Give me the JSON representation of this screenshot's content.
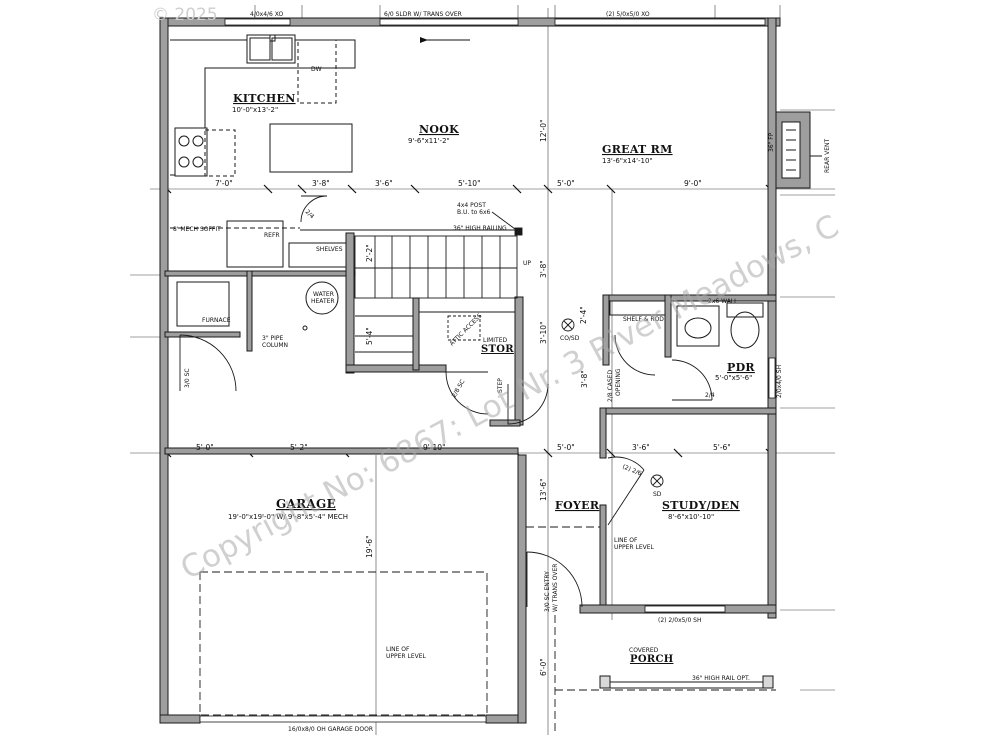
{
  "copyright_badge": "© 2025",
  "watermark": "Copyright No: 6867: Lot Nr. 3 River Meadows, C",
  "rooms": {
    "kitchen": {
      "name": "KITCHEN",
      "size": "10'-0\"x13'-2\""
    },
    "nook": {
      "name": "NOOK",
      "size": "9'-6\"x11'-2\""
    },
    "great_rm": {
      "name": "GREAT RM",
      "size": "13'-6\"x14'-10\""
    },
    "pdr": {
      "name": "PDR",
      "size": "5'-0\"x5'-6\""
    },
    "stor": {
      "name": "STOR"
    },
    "garage": {
      "name": "GARAGE",
      "size": "19'-0\"x19'-0\" W/ 9'-8\"x5'-4\" MECH"
    },
    "foyer": {
      "name": "FOYER"
    },
    "study": {
      "name": "STUDY/DEN",
      "size": "8'-6\"x10'-10\""
    },
    "porch": {
      "covered": "COVERED",
      "name": "PORCH"
    }
  },
  "labels": {
    "window_top_left": "4/0x4/6 XO",
    "slider_top": "6/0 SLDR W/ TRANS OVER",
    "window_top_right": "(2) 5/0x5/0 XO",
    "dw": "DW",
    "refr": "REFR",
    "shelves": "SHELVES",
    "mech_soffit": "8' MECH SOFFIT",
    "furnace": "FURNACE",
    "water_heater_1": "WATER",
    "water_heater_2": "HEATER",
    "pipe_column_1": "3\" PIPE",
    "pipe_column_2": "COLUMN",
    "door_3_0_sc": "3/0 SC",
    "door_2_4_top": "2/4",
    "post_1": "4x4 POST",
    "post_2": "B.U. to 6x6",
    "railing": "36\" HIGH RAILING",
    "up": "UP",
    "limited": "LIMITED",
    "attic_access": "ATTIC ACCESS",
    "door_2_8_sc": "2/8 SC",
    "step": "STEP",
    "co_sd": "CO/SD",
    "sd": "SD",
    "shelf_rod": "SHELF & ROD",
    "wall_2x6": "2x6 WALL",
    "opening_1": "2/8 CASED",
    "opening_2": "OPENING",
    "door_2_4_pdr": "2/4",
    "window_pdr": "2/0x4/0 SH",
    "fireplace_dim": "36\" FP",
    "rear_vent": "REAR VENT",
    "double_doors": "(2) 2/6",
    "upper_level_foyer_1": "LINE OF",
    "upper_level_foyer_2": "UPPER LEVEL",
    "upper_level_garage_1": "LINE OF",
    "upper_level_garage_2": "UPPER LEVEL",
    "entry_door_1": "3/0 SC ENTRY",
    "entry_door_2": "W/ TRANS OVER",
    "windows_study": "(2) 2/0x5/0 SH",
    "porch_rail": "36\" HIGH RAIL OPT.",
    "garage_door": "16/0x8/0 OH GARAGE DOOR"
  },
  "dimensions": {
    "upper_row": [
      "7'-0\"",
      "3'-8\"",
      "3'-6\"",
      "5'-10\"",
      "5'-0\"",
      "9'-0\""
    ],
    "middle_row": [
      "5'-0\"",
      "5'-2\"",
      "9'-10\"",
      "5'-0\"",
      "3'-6\"",
      "5'-6\""
    ],
    "stair_side": [
      "2'-2\"",
      "5'-4\""
    ],
    "right_vertical": [
      "12'-0\"",
      "3'-8\"",
      "3'-10\"",
      "3'-8\"",
      "13'-6\"",
      "6'-0\""
    ],
    "pdr_vertical": "2'-4\"",
    "garage_vertical": "19'-6\""
  }
}
